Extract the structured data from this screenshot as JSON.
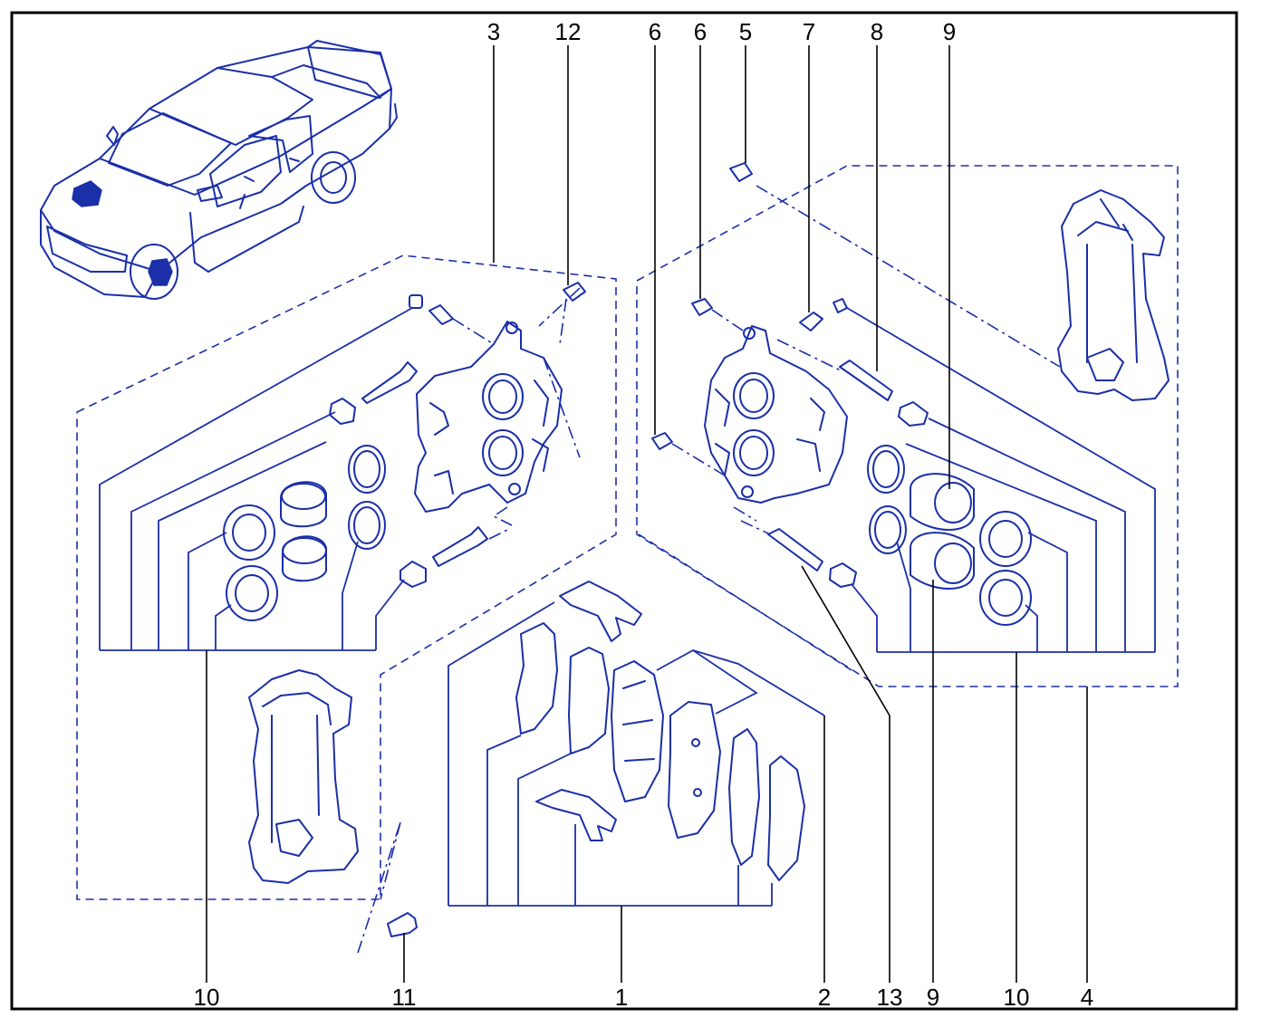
{
  "callouts": {
    "top": [
      "3",
      "12",
      "6",
      "6",
      "5",
      "7",
      "8",
      "9"
    ],
    "bottom": [
      "10",
      "11",
      "1",
      "2",
      "13",
      "9",
      "10",
      "4"
    ]
  },
  "colors": {
    "line": "#1a2fa8",
    "text": "#000000",
    "border": "#000000"
  }
}
